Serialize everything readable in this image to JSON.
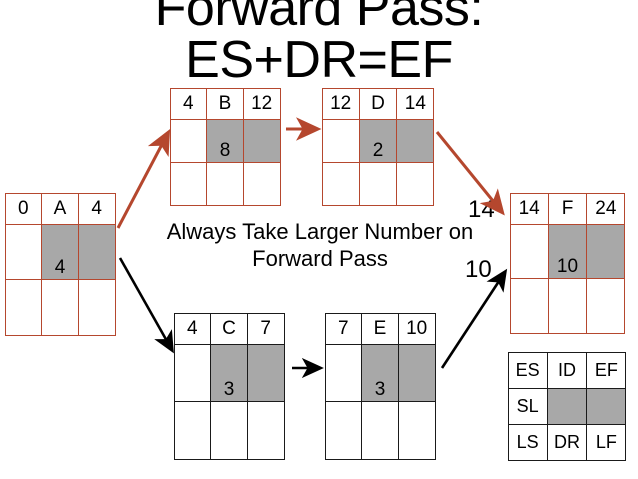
{
  "title": "Forward Pass:\nES+DR=EF",
  "caption": "Always Take Larger Number\non Forward Pass",
  "colors": {
    "node_border_red": "#b5472e",
    "node_border_black": "#1a1a1a",
    "cell_shaded": "#a8a8a8",
    "arrow_red": "#b5472e",
    "arrow_black": "#000000",
    "background": "#ffffff",
    "text": "#000000"
  },
  "nodes": [
    {
      "id": "A",
      "border": "red",
      "es": "0",
      "name": "A",
      "ef": "4",
      "sl": "",
      "id_value": "4",
      "row2_right": "",
      "ls": "",
      "dr": "",
      "lf": ""
    },
    {
      "id": "B",
      "border": "red",
      "es": "4",
      "name": "B",
      "ef": "12",
      "sl": "",
      "id_value": "8",
      "row2_right": "",
      "ls": "",
      "dr": "",
      "lf": ""
    },
    {
      "id": "D",
      "border": "red",
      "es": "12",
      "name": "D",
      "ef": "14",
      "sl": "",
      "id_value": "2",
      "row2_right": "",
      "ls": "",
      "dr": "",
      "lf": ""
    },
    {
      "id": "F",
      "border": "red",
      "es": "14",
      "name": "F",
      "ef": "24",
      "sl": "",
      "id_value": "10",
      "row2_right": "",
      "ls": "",
      "dr": "",
      "lf": ""
    },
    {
      "id": "C",
      "border": "black",
      "es": "4",
      "name": "C",
      "ef": "7",
      "sl": "",
      "id_value": "3",
      "row2_right": "",
      "ls": "",
      "dr": "",
      "lf": ""
    },
    {
      "id": "E",
      "border": "black",
      "es": "7",
      "name": "E",
      "ef": "10",
      "sl": "",
      "id_value": "3",
      "row2_right": "",
      "ls": "",
      "dr": "",
      "lf": ""
    }
  ],
  "legend": {
    "r1c1": "ES",
    "r1c2": "ID",
    "r1c3": "EF",
    "r2c1": "SL",
    "r2c2": "",
    "r2c3": "",
    "r3c1": "LS",
    "r3c2": "DR",
    "r3c3": "LF"
  },
  "edge_labels": {
    "from_d_to_f": "14",
    "from_e_to_f": "10"
  }
}
